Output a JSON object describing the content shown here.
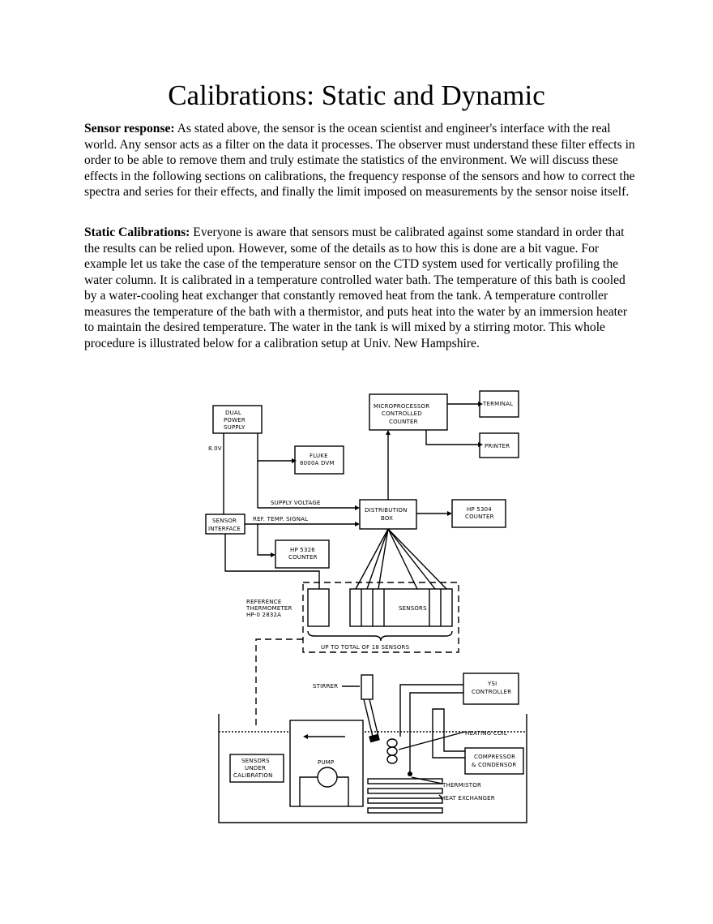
{
  "title": "Calibrations: Static and Dynamic",
  "sections": [
    {
      "heading": "Sensor response:",
      "body": " As stated above, the sensor is the ocean scientist and engineer's interface with the real world.  Any sensor acts as a filter on the data it processes.  The observer must understand these filter effects in order to be able to remove them and truly estimate the statistics of the environment.  We will discuss these effects in the following sections on calibrations, the frequency response of the sensors and how to correct the spectra and series for their effects, and finally the limit imposed on measurements by the sensor noise itself."
    },
    {
      "heading": "Static Calibrations:",
      "body": " Everyone is aware that sensors must be calibrated against some standard in order that the results can be relied upon.  However, some of the details as to how this is done are a bit vague.  For example let us take the case of the temperature sensor on the CTD system used for vertically profiling the water column.  It is calibrated in a temperature controlled water bath.  The temperature of this bath is cooled by a water-cooling heat exchanger that constantly removed heat from the tank.  A temperature controller measures the temperature of the bath with a thermistor, and puts heat into the water by an immersion heater to maintain the desired temperature.  The water in the tank is will mixed by a stirring motor.  This whole procedure is illustrated below for a calibration setup at Univ. New Hampshire."
    }
  ],
  "diagram": {
    "dual_power_supply": [
      "DUAL",
      "POWER",
      "SUPPLY"
    ],
    "microprocessor": [
      "MICROPROCESSOR",
      "CONTROLLED",
      "COUNTER"
    ],
    "terminal": "TERMINAL",
    "printer": "PRINTER",
    "voltage": "8.0V",
    "fluke": [
      "FLUKE",
      "8000A DVM"
    ],
    "supply_voltage": "SUPPLY VOLTAGE",
    "ref_temp_signal": "REF. TEMP. SIGNAL",
    "sensor_interface": [
      "SENSOR",
      "INTERFACE"
    ],
    "distribution_box": [
      "DISTRIBUTION",
      "BOX"
    ],
    "hp5304": [
      "HP 5304",
      "COUNTER"
    ],
    "hp5326": [
      "HP 5326",
      "COUNTER"
    ],
    "reference_thermometer": [
      "REFERENCE",
      "THERMOMETER",
      "HP-0 2832A"
    ],
    "sensors": "SENSORS",
    "up_to_total": "UP TO TOTAL OF 18 SENSORS",
    "stirrer": "STIRRER",
    "ysi_controller": [
      "YSI",
      "CONTROLLER"
    ],
    "heating_coil": "HEATING COIL",
    "compressor": [
      "COMPRESSOR",
      "& CONDENSOR"
    ],
    "sensors_under_calibration": [
      "SENSORS",
      "UNDER",
      "CALIBRATION"
    ],
    "pump": "PUMP",
    "thermistor": "THERMISTOR",
    "heat_exchanger": "HEAT EXCHANGER"
  }
}
